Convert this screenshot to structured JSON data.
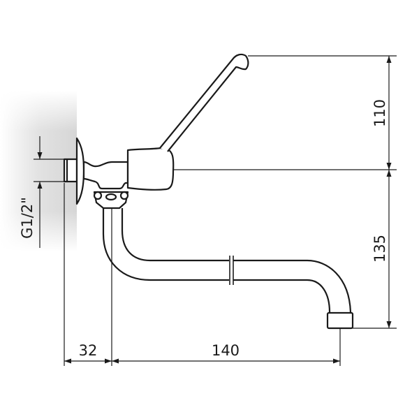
{
  "drawing": {
    "dimensions": {
      "thread": "G1/2\"",
      "lever_height": "110",
      "spout_height": "135",
      "wall_offset": "32",
      "spout_reach": "140"
    },
    "colors": {
      "line": "#1a1a1a",
      "wall_shade": "#d9d9d9"
    }
  }
}
